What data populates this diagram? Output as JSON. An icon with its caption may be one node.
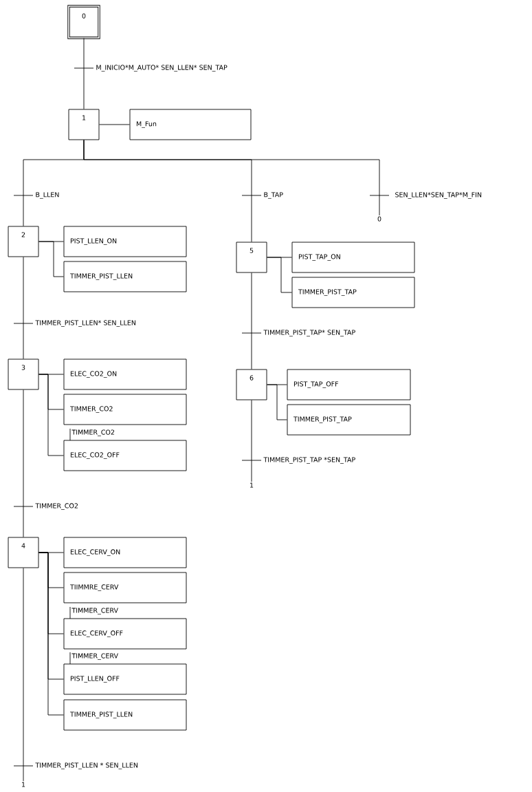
{
  "diagram": {
    "nodes": [
      {
        "text": [
          "0"
        ]
      },
      {
        "text": [
          "1"
        ]
      },
      {
        "text": [
          "M_Fun"
        ]
      },
      {
        "text": [
          "2"
        ]
      },
      {
        "text": [
          "PIST_LLEN_ON"
        ]
      },
      {
        "text": [
          "TIMMER_PIST_LLEN"
        ]
      },
      {
        "text": [
          "3"
        ]
      },
      {
        "text": [
          "ELEC_CO2_ON"
        ]
      },
      {
        "text": [
          "TIMMER_CO2"
        ]
      },
      {
        "text": [
          "ELEC_CO2_OFF"
        ],
        "beside": [
          "TIMMER_CO2"
        ]
      },
      {
        "text": [
          "4"
        ]
      },
      {
        "text": [
          "ELEC_CERV_ON"
        ]
      },
      {
        "text": [
          "TIIMMRE_CERV"
        ]
      },
      {
        "text": [
          "ELEC_CERV_OFF"
        ],
        "beside": [
          "TIMMER_CERV"
        ]
      },
      {
        "text": [
          "PIST_LLEN_OFF"
        ],
        "beside": [
          "TIMMER_CERV"
        ]
      },
      {
        "text": [
          "TIMMER_PIST_LLEN"
        ]
      },
      {
        "text": [
          "5"
        ]
      },
      {
        "text": [
          "PIST_TAP_ON"
        ]
      },
      {
        "text": [
          "TIMMER_PIST_TAP"
        ]
      },
      {
        "text": [
          "6"
        ]
      },
      {
        "text": [
          "PIST_TAP_OFF"
        ]
      },
      {
        "text": [
          "TIMMER_PIST_TAP"
        ]
      },
      {
        "text": [
          "0"
        ]
      },
      {
        "text": [
          "1"
        ]
      },
      {
        "text": [
          "1"
        ]
      }
    ],
    "edges": [
      {
        "from": 0,
        "to": 1,
        "arrow": "none",
        "label": "M_INICIO*M_AUTO* SEN_LLEN* SEN_TAP"
      },
      {
        "from": 1,
        "to": 2,
        "arrow": "none"
      },
      {
        "from": 1,
        "to": 3,
        "arrow": "none",
        "label": "B_LLEN"
      },
      {
        "from": 1,
        "to": 16,
        "arrow": "none",
        "label": "B_TAP"
      },
      {
        "from": 1,
        "to": 22,
        "arrow": "none",
        "label": "SEN_LLEN*SEN_TAP*M_FIN"
      },
      {
        "from": 3,
        "to": 4,
        "arrow": "none"
      },
      {
        "from": 3,
        "to": 5,
        "arrow": "none"
      },
      {
        "from": 3,
        "to": 6,
        "arrow": "none",
        "label": "TIMMER_PIST_LLEN* SEN_LLEN"
      },
      {
        "from": 6,
        "to": 7,
        "arrow": "none"
      },
      {
        "from": 6,
        "to": 8,
        "arrow": "none"
      },
      {
        "from": 6,
        "to": 9,
        "arrow": "none"
      },
      {
        "from": 6,
        "to": 10,
        "arrow": "none",
        "label": "TIMMER_CO2"
      },
      {
        "from": 10,
        "to": 11,
        "arrow": "none"
      },
      {
        "from": 10,
        "to": 12,
        "arrow": "none"
      },
      {
        "from": 10,
        "to": 13,
        "arrow": "none"
      },
      {
        "from": 10,
        "to": 14,
        "arrow": "none"
      },
      {
        "from": 10,
        "to": 15,
        "arrow": "none"
      },
      {
        "from": 10,
        "to": 24,
        "arrow": "none",
        "label": "TIMMER_PIST_LLEN * SEN_LLEN"
      },
      {
        "from": 16,
        "to": 17,
        "arrow": "none"
      },
      {
        "from": 16,
        "to": 18,
        "arrow": "none"
      },
      {
        "from": 16,
        "to": 19,
        "arrow": "none",
        "label": "TIMMER_PIST_TAP* SEN_TAP"
      },
      {
        "from": 19,
        "to": 20,
        "arrow": "none"
      },
      {
        "from": 19,
        "to": 21,
        "arrow": "none"
      },
      {
        "from": 19,
        "to": 23,
        "arrow": "none",
        "label": "TIMMER_PIST_TAP *SEN_TAP"
      }
    ]
  }
}
